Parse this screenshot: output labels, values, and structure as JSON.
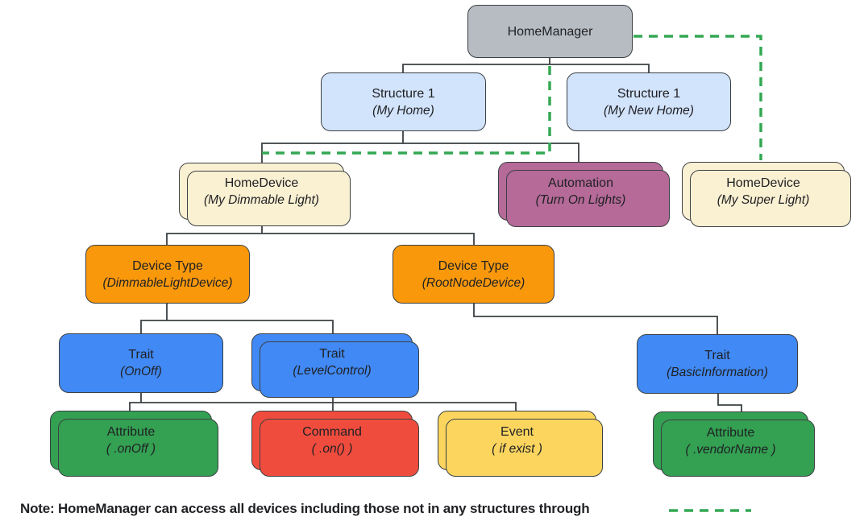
{
  "diagram": {
    "nodes": [
      {
        "label": "HomeManager",
        "sublabel": ""
      },
      {
        "label": "Structure 1",
        "sublabel": "(My Home)"
      },
      {
        "label": "Structure 1",
        "sublabel": "(My New Home)"
      },
      {
        "label": "HomeDevice",
        "sublabel": "(My Dimmable Light)"
      },
      {
        "label": "Automation",
        "sublabel": "(Turn On Lights)"
      },
      {
        "label": "HomeDevice",
        "sublabel": "(My Super Light)"
      },
      {
        "label": "Device Type",
        "sublabel": "(DimmableLightDevice)"
      },
      {
        "label": "Device Type",
        "sublabel": "(RootNodeDevice)"
      },
      {
        "label": "Trait",
        "sublabel": "(OnOff)"
      },
      {
        "label": "Trait",
        "sublabel": "(LevelControl)"
      },
      {
        "label": "Trait",
        "sublabel": "(BasicInformation)"
      },
      {
        "label": "Attribute",
        "sublabel": "( .onOff )"
      },
      {
        "label": "Command",
        "sublabel": "( .on() )"
      },
      {
        "label": "Event",
        "sublabel": "( if exist )"
      },
      {
        "label": "Attribute",
        "sublabel": "( .vendorName )"
      }
    ]
  },
  "note": {
    "text": "Note: HomeManager can access all devices including those not in any structures through"
  },
  "colors": {
    "gray": "#B7BCC2",
    "blue-light": "#D2E3FC",
    "cream": "#FAF0D2",
    "mauve": "#B56A98",
    "orange": "#F9980B",
    "blue": "#4189F4",
    "green": "#33A052",
    "red": "#F04C3E",
    "yellow": "#FCD55F",
    "border": "#3B4043",
    "connector": "#3B4043",
    "dash-green": "#34A853",
    "text": "#202124"
  }
}
